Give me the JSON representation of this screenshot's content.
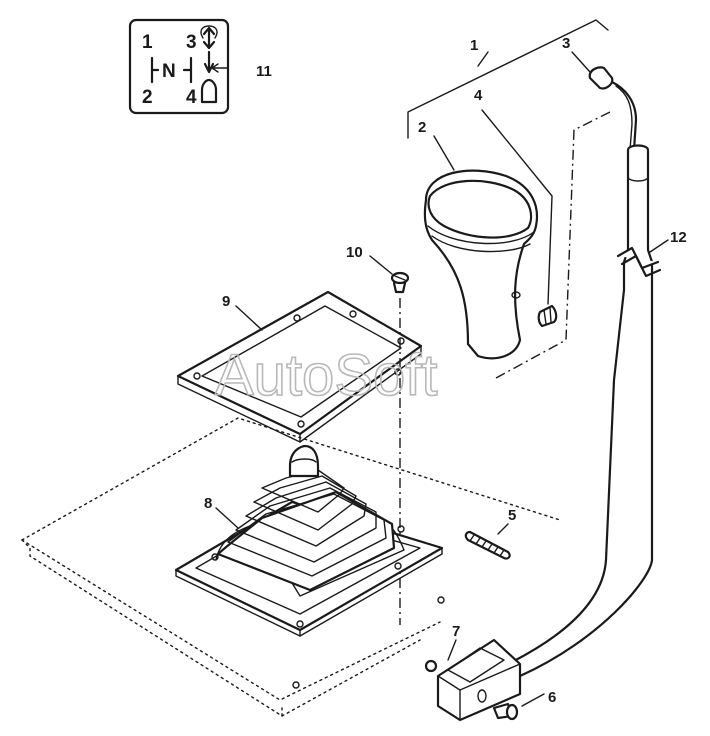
{
  "callouts": {
    "c1": "1",
    "c2": "2",
    "c3": "3",
    "c4": "4",
    "c5": "5",
    "c6": "6",
    "c7": "7",
    "c8": "8",
    "c9": "9",
    "c10": "10",
    "c11": "11",
    "c12": "12"
  },
  "shift_pattern": {
    "top_left": "1",
    "top_right": "3",
    "neutral": "N",
    "bottom_left": "2",
    "bottom_right": "4"
  },
  "watermark": "AutoSoft",
  "icons": {
    "legend": "shift-pattern-icon",
    "range_arrow": "double-arrow-icon",
    "range_knob": "knob-icon"
  }
}
